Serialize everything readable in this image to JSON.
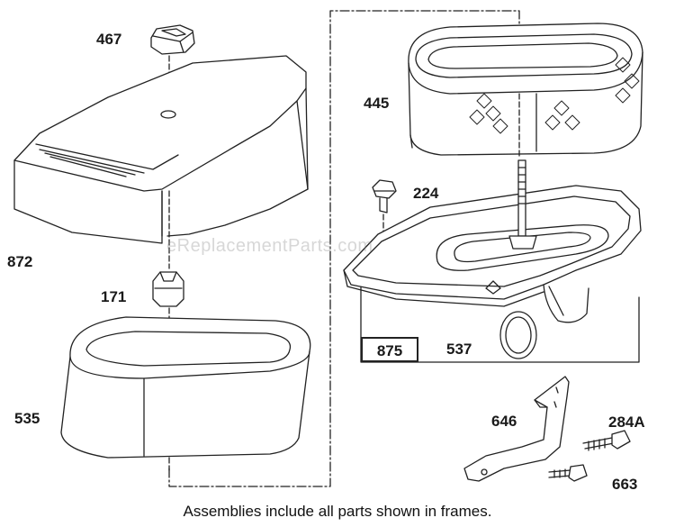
{
  "diagram": {
    "watermark": "eReplacementParts.com",
    "caption": "Assemblies include all parts shown in frames.",
    "parts": {
      "p467": "467",
      "p872": "872",
      "p171": "171",
      "p535": "535",
      "p445": "445",
      "p224": "224",
      "p875": "875",
      "p537": "537",
      "p646": "646",
      "p284a": "284A",
      "p663": "663"
    }
  }
}
